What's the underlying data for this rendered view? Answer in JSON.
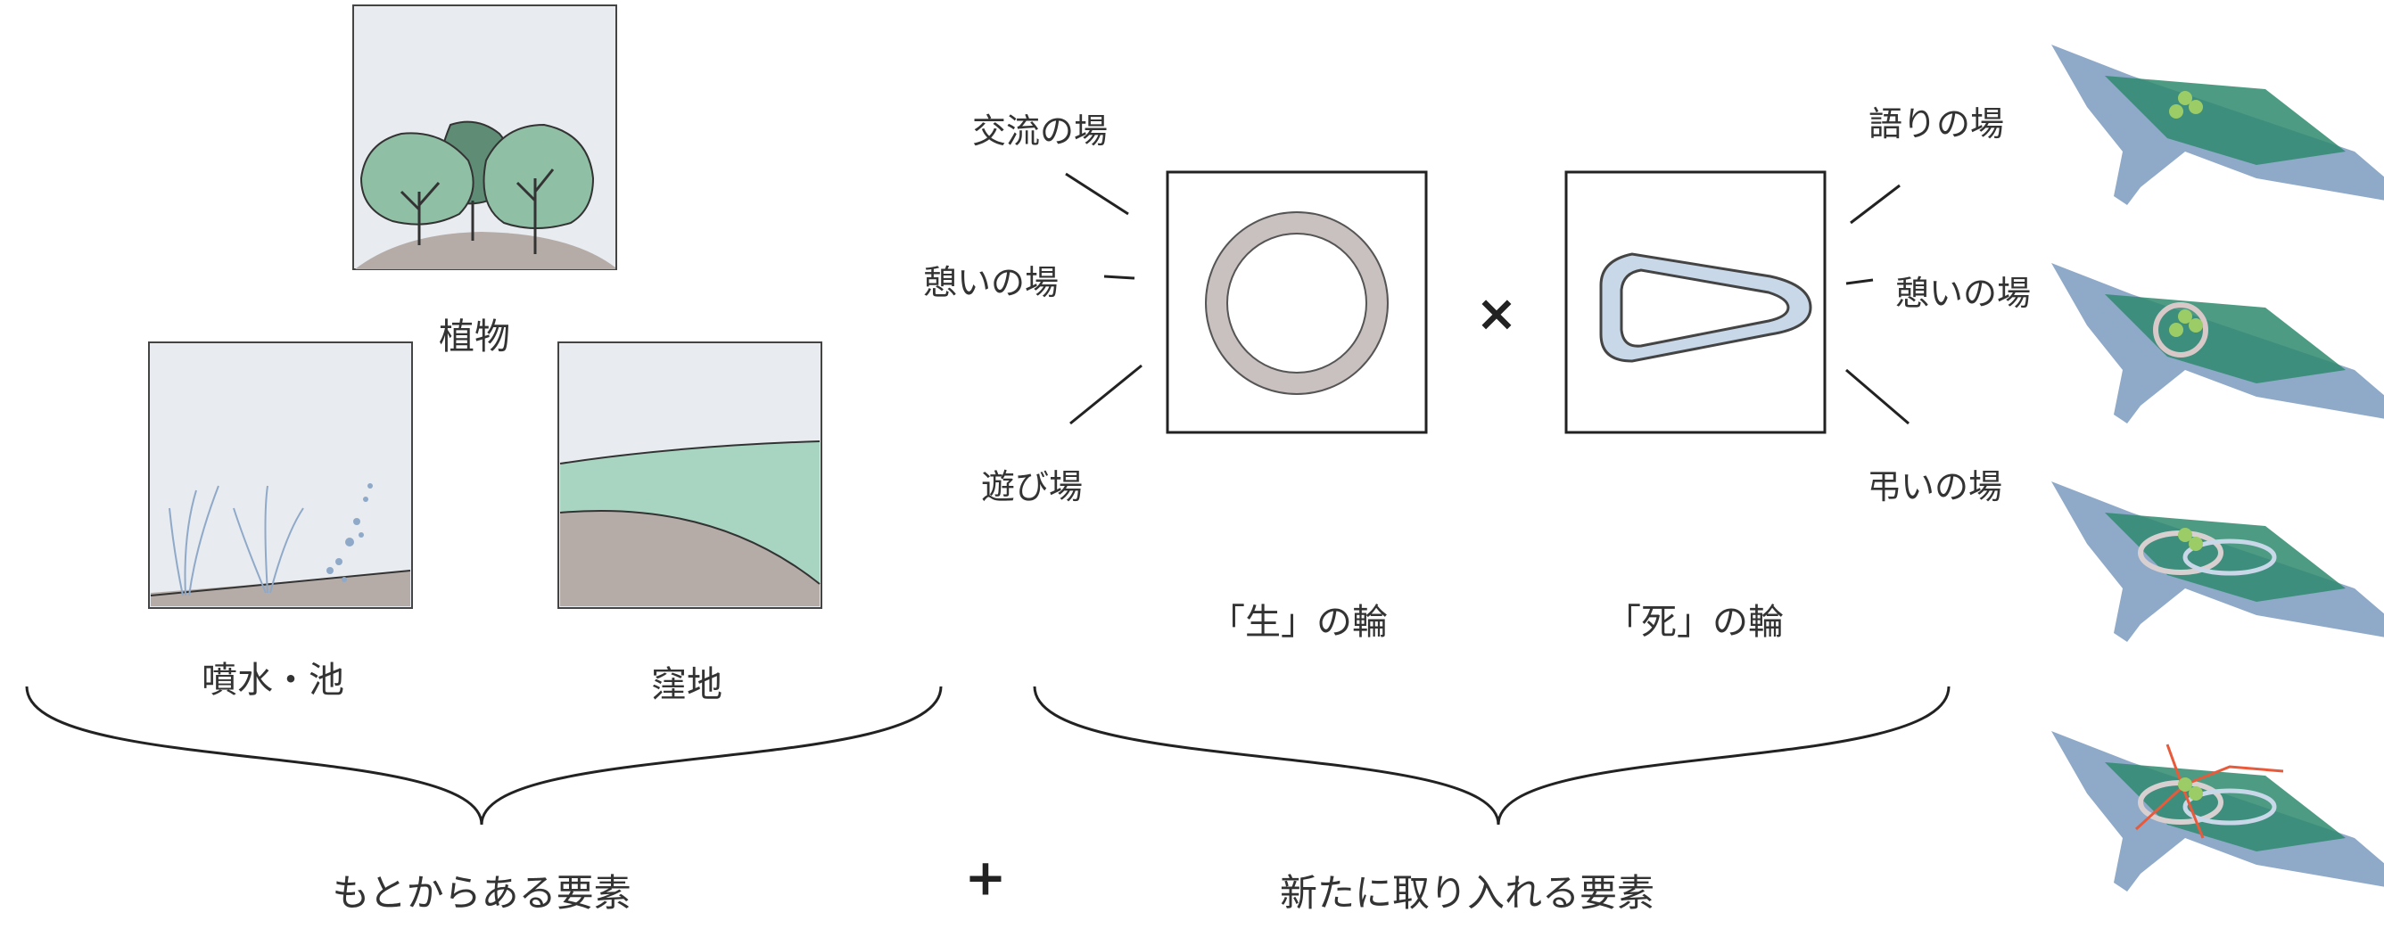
{
  "left_group": {
    "plants_label": "植物",
    "fountain_label": "噴水・池",
    "hollow_label": "窪地",
    "summary": "もとからある要素"
  },
  "operators": {
    "plus": "+",
    "times": "×"
  },
  "middle_group": {
    "life_ring": {
      "caption": "「生」の輪",
      "labels": [
        "交流の場",
        "憩いの場",
        "遊び場"
      ]
    },
    "death_ring": {
      "caption": "「死」の輪",
      "labels": [
        "語りの場",
        "憩いの場",
        "弔いの場"
      ]
    },
    "summary": "新たに取り入れる要素"
  },
  "colors": {
    "sky": "#e8ebef",
    "tree_green": "#8fbfa5",
    "tree_dark": "#5f8c74",
    "ground_gray": "#b5aca8",
    "meadow_green": "#a8d5c2",
    "life_ring": "#c9c0c0",
    "death_ring": "#c8d8e8",
    "water_blue": "#8fa9c9",
    "site_green": "#2f8a6e",
    "route_red": "#e85a3a"
  }
}
